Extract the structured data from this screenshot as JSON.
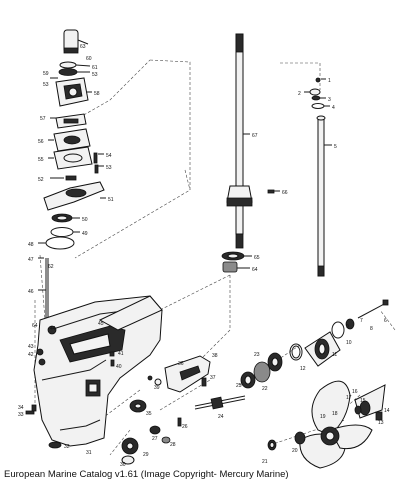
{
  "caption": "European Marine Catalog v1.61 (Image Copyright- Mercury Marine)",
  "callouts": {
    "c63": "63",
    "c59": "59",
    "c61": "61",
    "c53a": "53",
    "c53b": "53",
    "c58": "58",
    "c57": "57",
    "c56": "56",
    "c55": "55",
    "c54": "54",
    "c53c": "53",
    "c52": "52",
    "c51": "51",
    "c50": "50",
    "c49": "49",
    "c48": "48",
    "c47": "47",
    "c46": "46",
    "c64": "64",
    "c43": "43",
    "c42": "42",
    "c44": "44",
    "c45": "45",
    "c41": "41",
    "c40": "40",
    "c39": "39",
    "c38": "38",
    "c37": "37",
    "c36": "36",
    "c35": "35",
    "c34": "34",
    "c33": "33",
    "c32": "32",
    "c31": "31",
    "c30": "30",
    "c29": "29",
    "c28": "28",
    "c27": "27",
    "c26": "26",
    "c25": "25",
    "c24": "24",
    "c23": "23",
    "c22": "22",
    "c21": "21",
    "c20": "20",
    "c19": "19",
    "c18": "18",
    "c17": "17",
    "c16": "16",
    "c15": "15",
    "c14": "14",
    "c13": "13",
    "c12": "12",
    "c11": "11",
    "c10": "10",
    "c9": "9",
    "c8": "8",
    "c7": "7",
    "c6": "6",
    "c5": "5",
    "c4": "4",
    "c3": "3",
    "c2": "2",
    "c1": "1",
    "c67": "67",
    "c66": "66",
    "c65": "65",
    "c64b": "64",
    "c62": "62",
    "c60": "60"
  }
}
